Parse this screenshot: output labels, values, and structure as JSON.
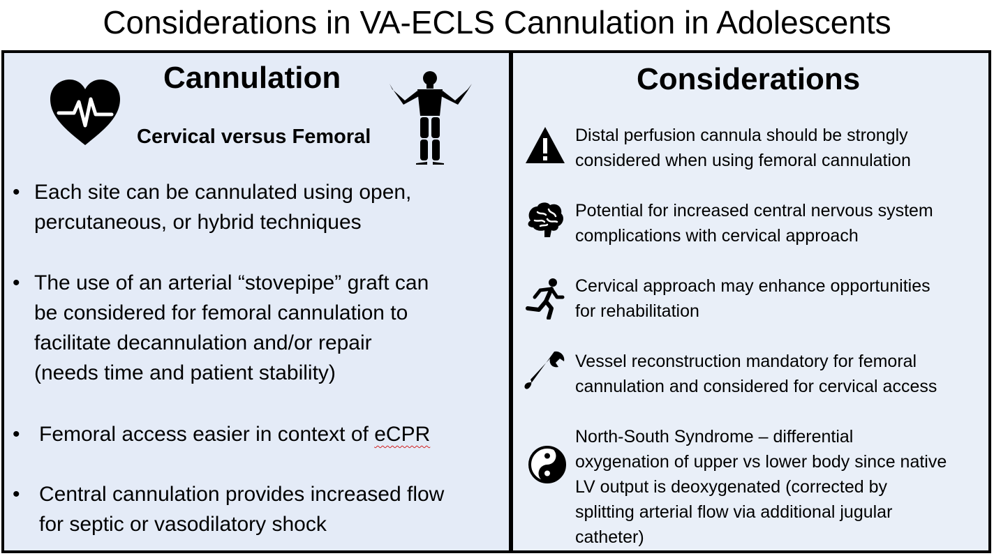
{
  "title": "Considerations in VA-ECLS Cannulation in Adolescents",
  "left": {
    "heading": "Cannulation",
    "subheading": "Cervical versus Femoral",
    "icons": [
      "heart-pulse-icon",
      "mannequin-figure-icon"
    ],
    "bullet_marker": "•",
    "bullets": [
      "Each site can be cannulated using open,\npercutaneous, or hybrid techniques",
      "The use of an arterial “stovepipe” graft can\nbe considered for femoral cannulation to\nfacilitate decannulation and/or repair\n(needs time and patient stability)",
      "Femoral access easier in context of ",
      "Central cannulation provides increased flow\nfor septic or vasodilatory shock"
    ],
    "bullet3_flagged_word": "eCPR"
  },
  "right": {
    "heading": "Considerations",
    "items": [
      {
        "icon": "warning-icon",
        "text": "Distal perfusion cannula should be strongly\nconsidered when using femoral cannulation"
      },
      {
        "icon": "brain-icon",
        "text": "Potential for increased central nervous system\ncomplications with cervical approach"
      },
      {
        "icon": "running-person-icon",
        "text": "Cervical approach may enhance opportunities\nfor rehabilitation"
      },
      {
        "icon": "wrench-icon",
        "text": "Vessel reconstruction mandatory for femoral\ncannulation and considered for cervical access"
      },
      {
        "icon": "yin-yang-icon",
        "text": "North-South Syndrome – differential\noxygenation of upper vs lower body since native\nLV output is deoxygenated (corrected by\nsplitting arterial flow via additional jugular\ncatheter)"
      }
    ]
  },
  "colors": {
    "left_panel_bg": "#e4ebf7",
    "right_panel_bg": "#e9eff8",
    "border": "#000000",
    "spellcheck_underline": "#d21f1f"
  }
}
